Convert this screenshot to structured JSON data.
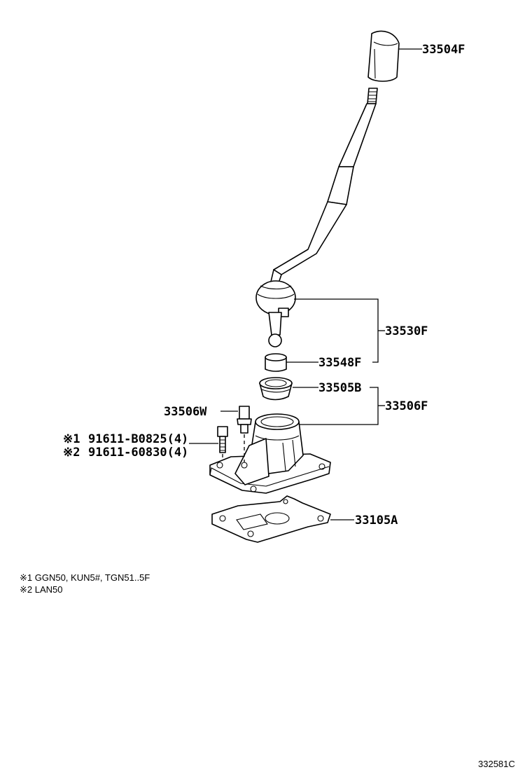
{
  "parts": {
    "knob": "33504F",
    "lever_assy": "33530F",
    "bushing": "33548F",
    "seat": "33505B",
    "retainer_assy": "33506F",
    "pin": "33506W",
    "gasket": "33105A"
  },
  "bolts": {
    "bolt1_mark": "※1",
    "bolt1_part": "91611-B0825(4)",
    "bolt2_mark": "※2",
    "bolt2_part": "91611-60830(4)"
  },
  "notes": [
    "※1  GGN50, KUN5#, TGN51..5F",
    "※2  LAN50"
  ],
  "reference": "332581C"
}
